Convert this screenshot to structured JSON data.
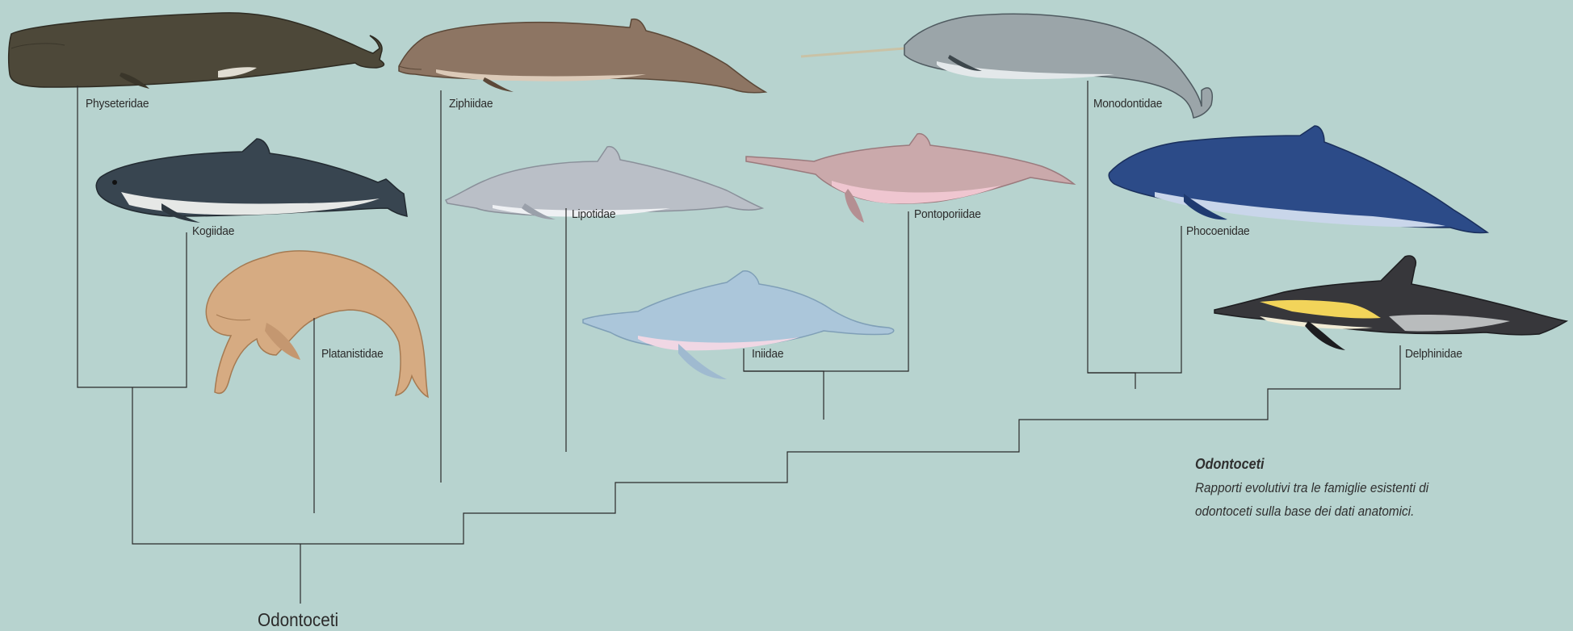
{
  "root_label": "Odontoceti",
  "caption": {
    "title": "Odontoceti",
    "body": "Rapporti evolutivi tra le famiglie esistenti di odontoceti sulla base dei dati anatomici."
  },
  "families": [
    {
      "name": "Physeteridae",
      "colors": {
        "body": "#4a4536",
        "belly": "#d8d6cc",
        "outline": "#2e2b22"
      },
      "icon": "sperm-whale"
    },
    {
      "name": "Kogiidae",
      "colors": {
        "body": "#3a4650",
        "belly": "#e6e8e6",
        "outline": "#222a31"
      },
      "icon": "pygmy-sperm-whale"
    },
    {
      "name": "Platanistidae",
      "colors": {
        "body": "#d2a77f",
        "belly": "#efd8bf",
        "outline": "#a57a52"
      },
      "icon": "river-dolphin"
    },
    {
      "name": "Ziphiidae",
      "colors": {
        "body": "#8a7260",
        "belly": "#d9c7b6",
        "outline": "#5b4838"
      },
      "icon": "beaked-whale"
    },
    {
      "name": "Lipotidae",
      "colors": {
        "body": "#b7bcc4",
        "belly": "#eef0f3",
        "outline": "#8a909a"
      },
      "icon": "baiji"
    },
    {
      "name": "Iniidae",
      "colors": {
        "body": "#a9c4d8",
        "belly": "#f0d7e4",
        "outline": "#7f9fb7"
      },
      "icon": "amazon-river-dolphin"
    },
    {
      "name": "Pontoporiidae",
      "colors": {
        "body": "#c8a7a9",
        "belly": "#efc6d0",
        "outline": "#9a7a7d"
      },
      "icon": "franciscana"
    },
    {
      "name": "Monodontidae",
      "colors": {
        "body": "#9aa4a8",
        "belly": "#e3e8ea",
        "outline": "#4f5a60"
      },
      "icon": "narwhal"
    },
    {
      "name": "Phocoenidae",
      "colors": {
        "body": "#2b4a86",
        "belly": "#c9d6ea",
        "outline": "#1a2f5c"
      },
      "icon": "porpoise"
    },
    {
      "name": "Delphinidae",
      "colors": {
        "body": "#353539",
        "belly": "#f1ecd6",
        "outline": "#1d1d20"
      },
      "icon": "common-dolphin"
    }
  ],
  "colors": {
    "background": "#b7d3cf",
    "tree_line": "#2a2a2a",
    "text": "#2b2b2b"
  }
}
